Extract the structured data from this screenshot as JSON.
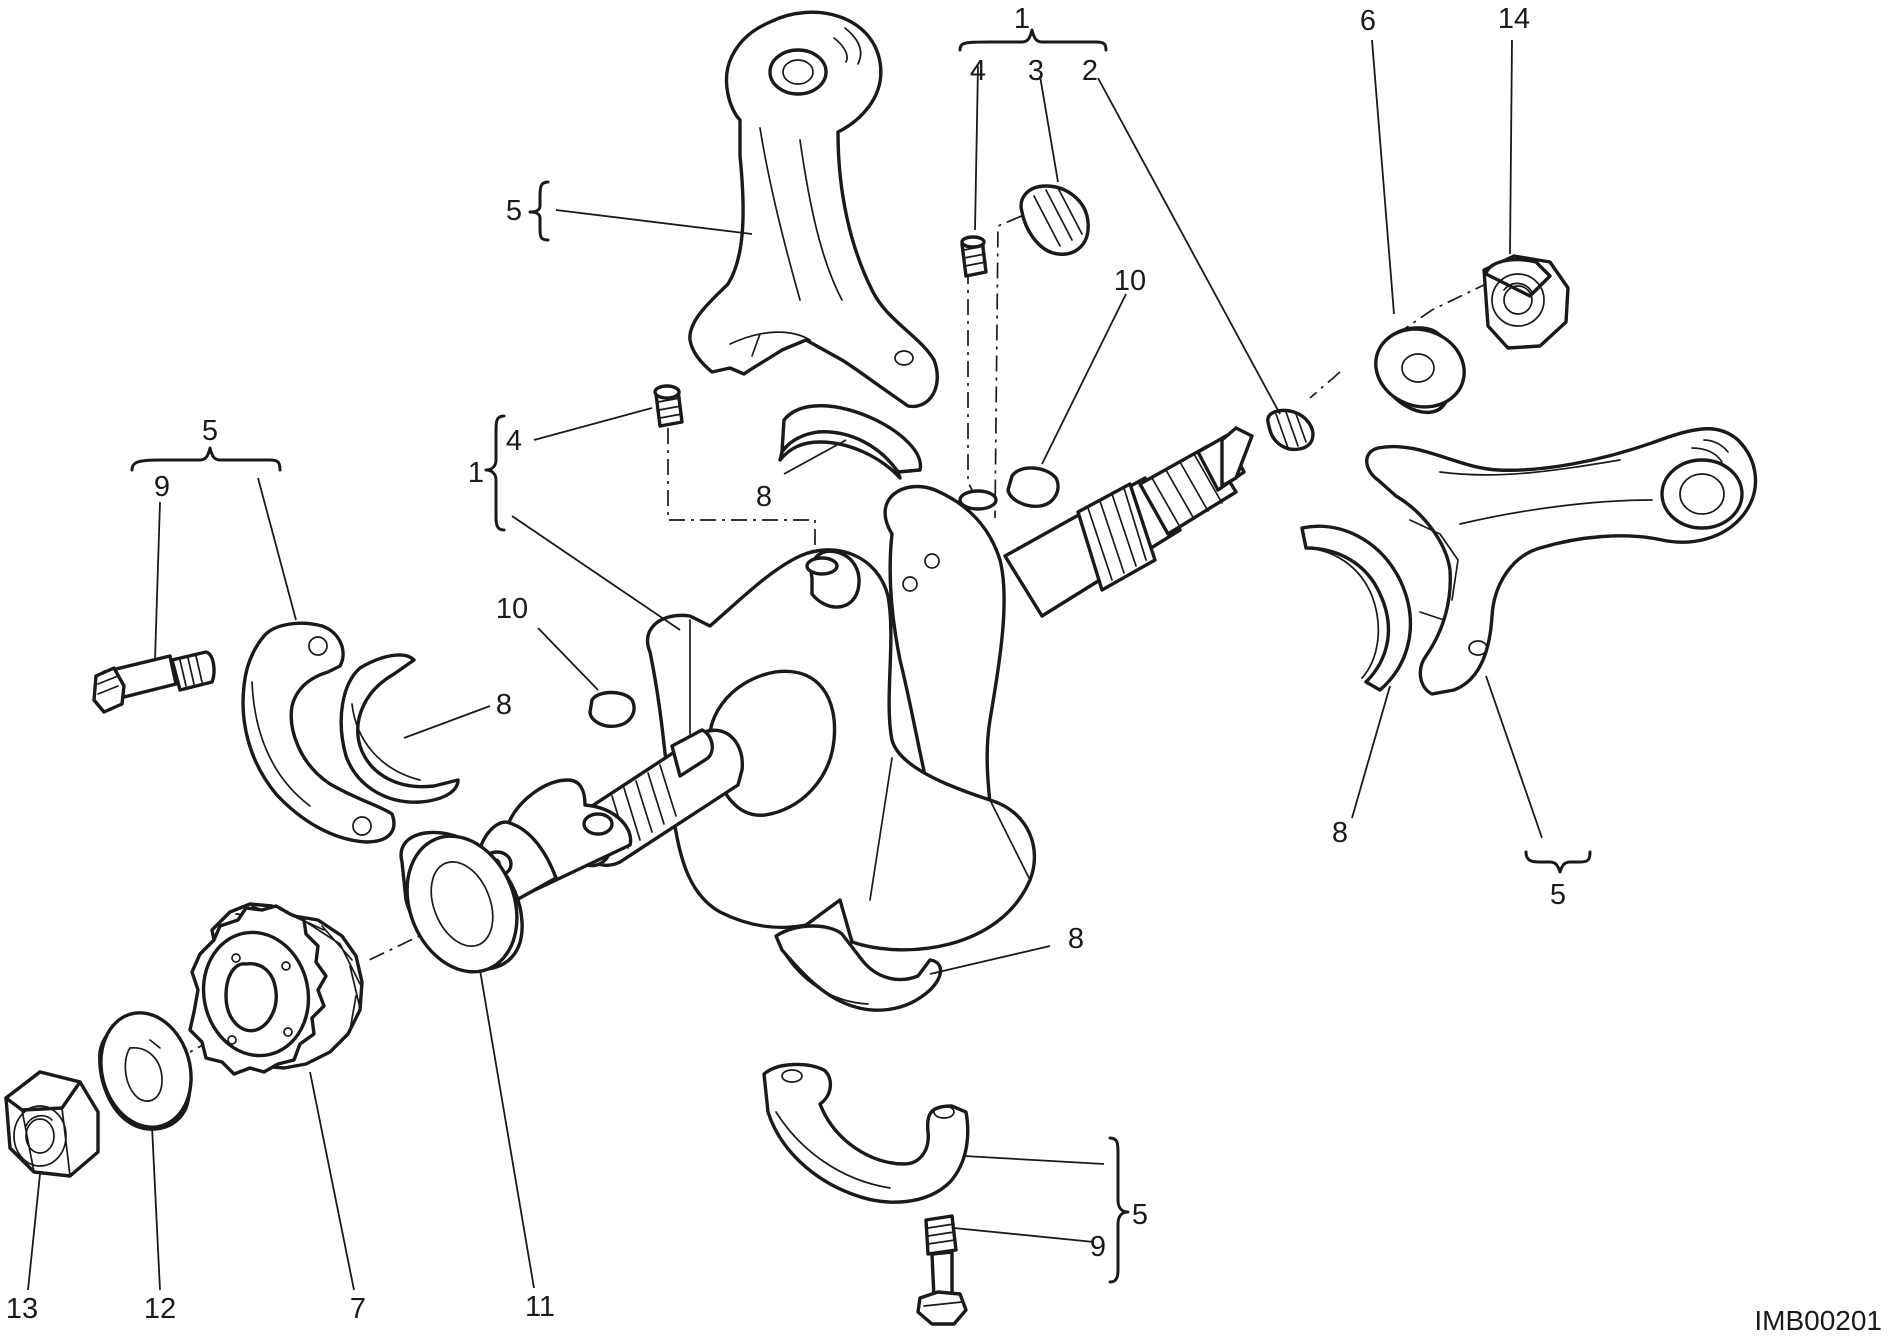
{
  "diagram": {
    "drawing_code": "IMB00201",
    "callouts": [
      {
        "id": "c1-top",
        "text": "1"
      },
      {
        "id": "c4-top",
        "text": "4"
      },
      {
        "id": "c3-top",
        "text": "3"
      },
      {
        "id": "c2-top",
        "text": "2"
      },
      {
        "id": "c6",
        "text": "6"
      },
      {
        "id": "c14",
        "text": "14"
      },
      {
        "id": "c5-rod-top",
        "text": "5"
      },
      {
        "id": "c10-right",
        "text": "10"
      },
      {
        "id": "c1-left",
        "text": "1"
      },
      {
        "id": "c4-left",
        "text": "4"
      },
      {
        "id": "c8-upper",
        "text": "8"
      },
      {
        "id": "c5-left",
        "text": "5"
      },
      {
        "id": "c9-left",
        "text": "9"
      },
      {
        "id": "c10-left",
        "text": "10"
      },
      {
        "id": "c8-left",
        "text": "8"
      },
      {
        "id": "c8-right",
        "text": "8"
      },
      {
        "id": "c5-right",
        "text": "5"
      },
      {
        "id": "c8-lower",
        "text": "8"
      },
      {
        "id": "c5-bottom",
        "text": "5"
      },
      {
        "id": "c9-bottom",
        "text": "9"
      },
      {
        "id": "c13",
        "text": "13"
      },
      {
        "id": "c12",
        "text": "12"
      },
      {
        "id": "c7",
        "text": "7"
      },
      {
        "id": "c11",
        "text": "11"
      }
    ]
  }
}
